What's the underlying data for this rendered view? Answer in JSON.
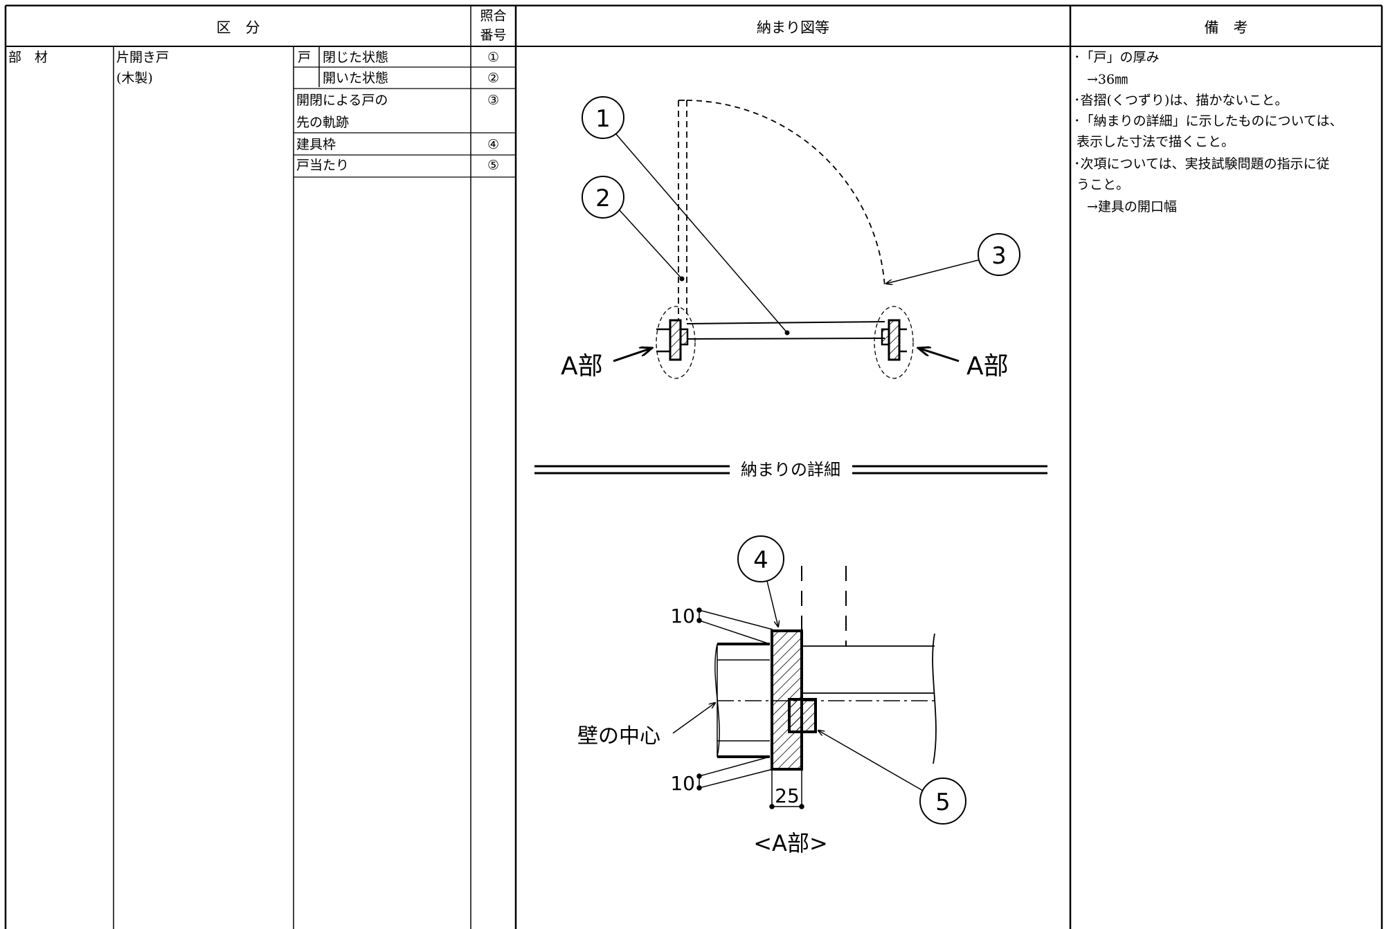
{
  "header": {
    "category": "区　分",
    "ref_no_line1": "照合",
    "ref_no_line2": "番号",
    "drawing": "納まり図等",
    "remarks": "備　考"
  },
  "rows": {
    "member": "部　材",
    "item": "片開き戸",
    "item_sub": "(木製)",
    "door": "戸",
    "closed": "閉じた状態",
    "opened": "開いた状態",
    "trajectory_line1": "開閉による戸の",
    "trajectory_line2": "先の軌跡",
    "frame": "建具枠",
    "stop": "戸当たり",
    "no1": "①",
    "no2": "②",
    "no3": "③",
    "no4": "④",
    "no5": "⑤"
  },
  "remarks": {
    "l1": "･「戸」の厚み",
    "l2": "→36㎜",
    "l3": "･沓摺(くつずり)は、描かないこと。",
    "l4": "･「納まりの詳細」に示したものについては、",
    "l5": "表示した寸法で描くこと。",
    "l6": "･次項については、実技試験問題の指示に従",
    "l7": "うこと。",
    "l8": "→建具の開口幅"
  },
  "drawing": {
    "callout1": "1",
    "callout2": "2",
    "callout3": "3",
    "callout4": "4",
    "callout5": "5",
    "a_left": "A部",
    "a_right": "A部",
    "detail_title": "納まりの詳細",
    "dim_top": "10",
    "dim_bottom": "10",
    "dim_width": "25",
    "wall_center": "壁の中心",
    "detail_label": "<A部>"
  }
}
